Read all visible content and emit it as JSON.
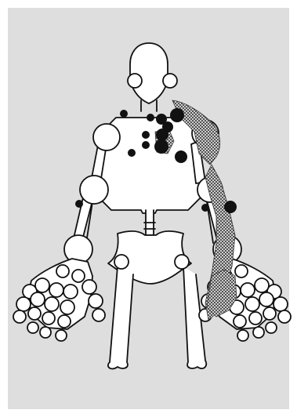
{
  "diagram": {
    "subject": "skeleton-joint-map",
    "colors": {
      "background": "#dedede",
      "outline": "#111111",
      "bone_fill": "#ffffff",
      "marker_fill": "#111111",
      "hatch": "#555555"
    },
    "marker_types": [
      "solid-dot",
      "crosshatch-region"
    ]
  }
}
